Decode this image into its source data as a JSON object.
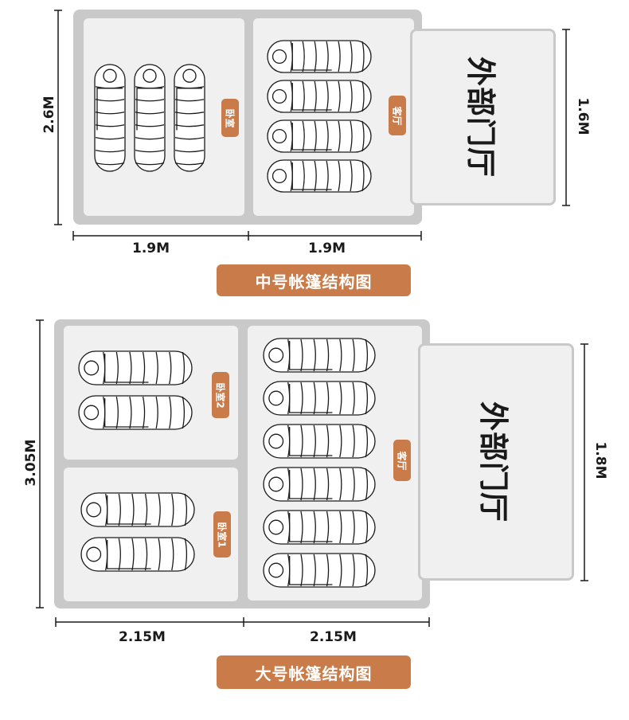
{
  "medium": {
    "caption": "中号帐篷结构图",
    "bedroom_label": "卧室",
    "living_label": "客厅",
    "vestibule_label": "外部门厅",
    "height_dim": "2.6M",
    "width_dim_left": "1.9M",
    "width_dim_right": "1.9M",
    "vestibule_dim": "1.6M",
    "bedroom_bags": 3,
    "living_bags": 4
  },
  "large": {
    "caption": "大号帐篷结构图",
    "bedroom2_label": "卧室2",
    "bedroom1_label": "卧室1",
    "living_label": "客厅",
    "vestibule_label": "外部门厅",
    "height_dim": "3.05M",
    "width_dim_left": "2.15M",
    "width_dim_right": "2.15M",
    "vestibule_dim": "1.8M",
    "bedroom2_bags": 2,
    "bedroom1_bags": 2,
    "living_bags": 6
  },
  "colors": {
    "accent": "#c97c4a",
    "tent_frame": "#c9c9c9",
    "room_fill": "#f0f0f0",
    "line": "#1a1a1a"
  }
}
